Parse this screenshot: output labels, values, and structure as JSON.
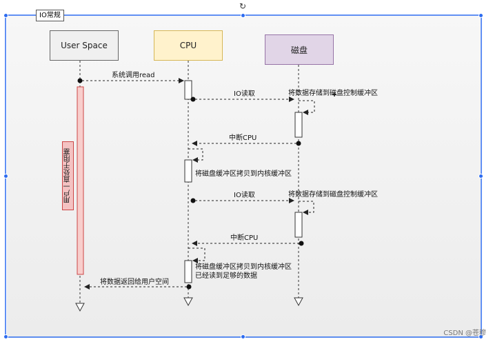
{
  "diagram": {
    "tab_title": "IO常规",
    "actors": {
      "user": "User Space",
      "cpu": "CPU",
      "disk": "磁盘"
    },
    "user_blocked_label": "用户一直处于阻塞",
    "messages": [
      {
        "id": "m1",
        "text": "系统调用read"
      },
      {
        "id": "m2",
        "text": "IO读取"
      },
      {
        "id": "m3",
        "text": "将数据存储到磁盘控制缓冲区"
      },
      {
        "id": "m4",
        "text": "中断CPU"
      },
      {
        "id": "m5",
        "text": "将磁盘缓冲区拷贝到内核缓冲区"
      },
      {
        "id": "m6",
        "text": "IO读取"
      },
      {
        "id": "m7",
        "text": "将数据存储到磁盘控制缓冲区"
      },
      {
        "id": "m8",
        "text": "中断CPU"
      },
      {
        "id": "m9",
        "text": "将磁盘缓冲区拷贝到内核缓冲区"
      },
      {
        "id": "m10",
        "text": "已经读到足够的数据"
      },
      {
        "id": "m11",
        "text": "将数据返回给用户空间"
      }
    ]
  },
  "watermark": "CSDN @苍穆",
  "colors": {
    "selection": "#2d6cf0",
    "user_fill": "#f0f0f0",
    "cpu_fill": "#fff2cc",
    "disk_fill": "#e1d5e7",
    "blocked_fill": "#f8cecc"
  }
}
